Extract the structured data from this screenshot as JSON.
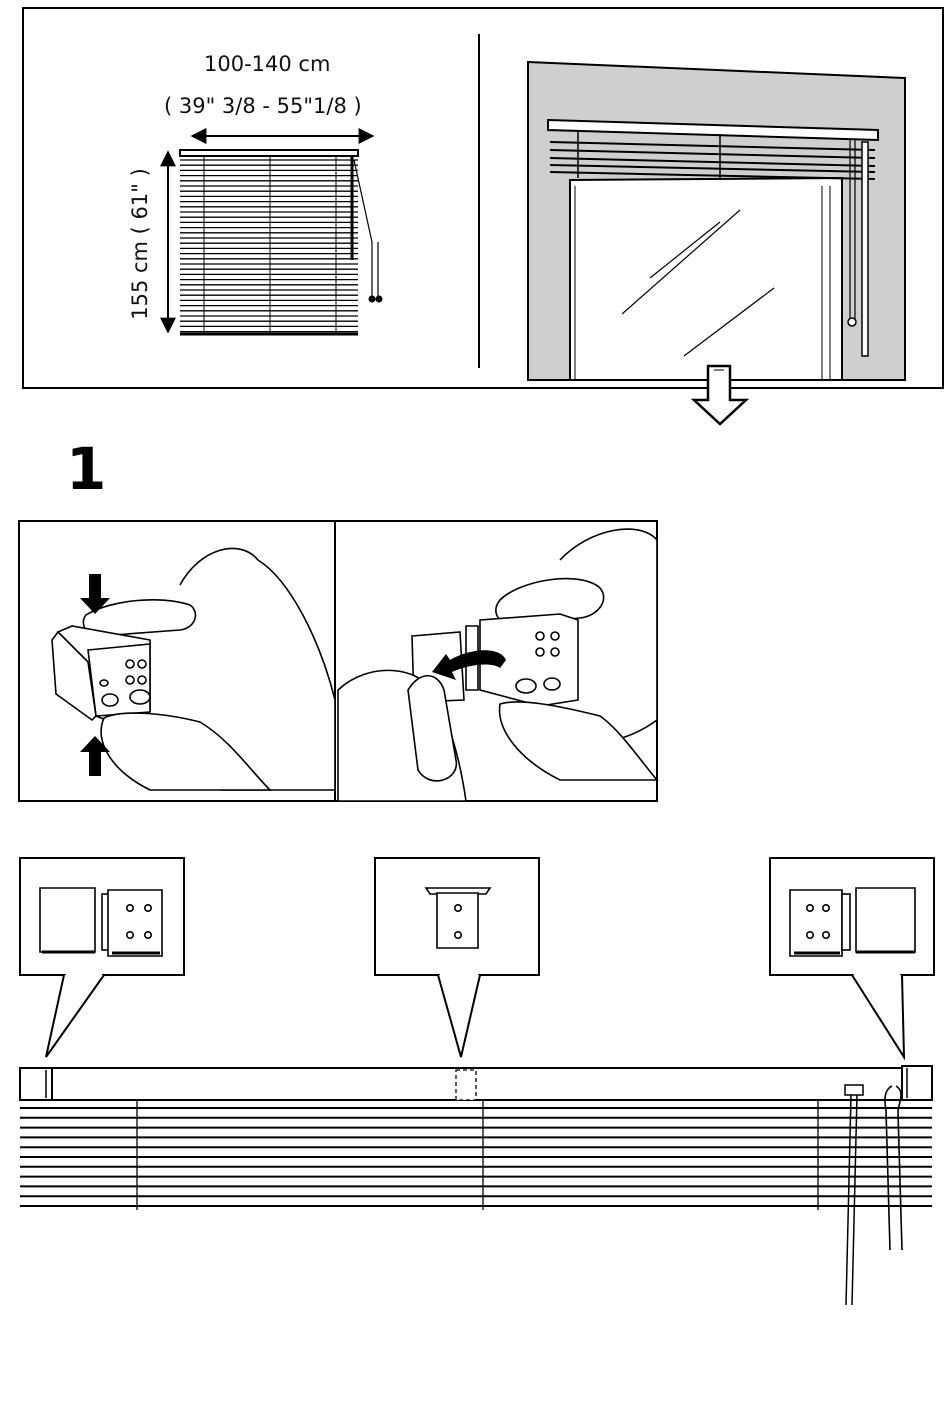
{
  "overview": {
    "width_range": "100-140 cm",
    "width_range_in": "( 39\" 3/8 - 55\"1/8 )",
    "height": "155 cm ( 61\" )"
  },
  "step": {
    "number": "1"
  },
  "icons": {
    "down_arrow": "hollow-down-arrow-icon",
    "press_arrows": "press-down-up-arrows-icon",
    "rotate_arrow": "curved-rotate-arrow-icon"
  }
}
